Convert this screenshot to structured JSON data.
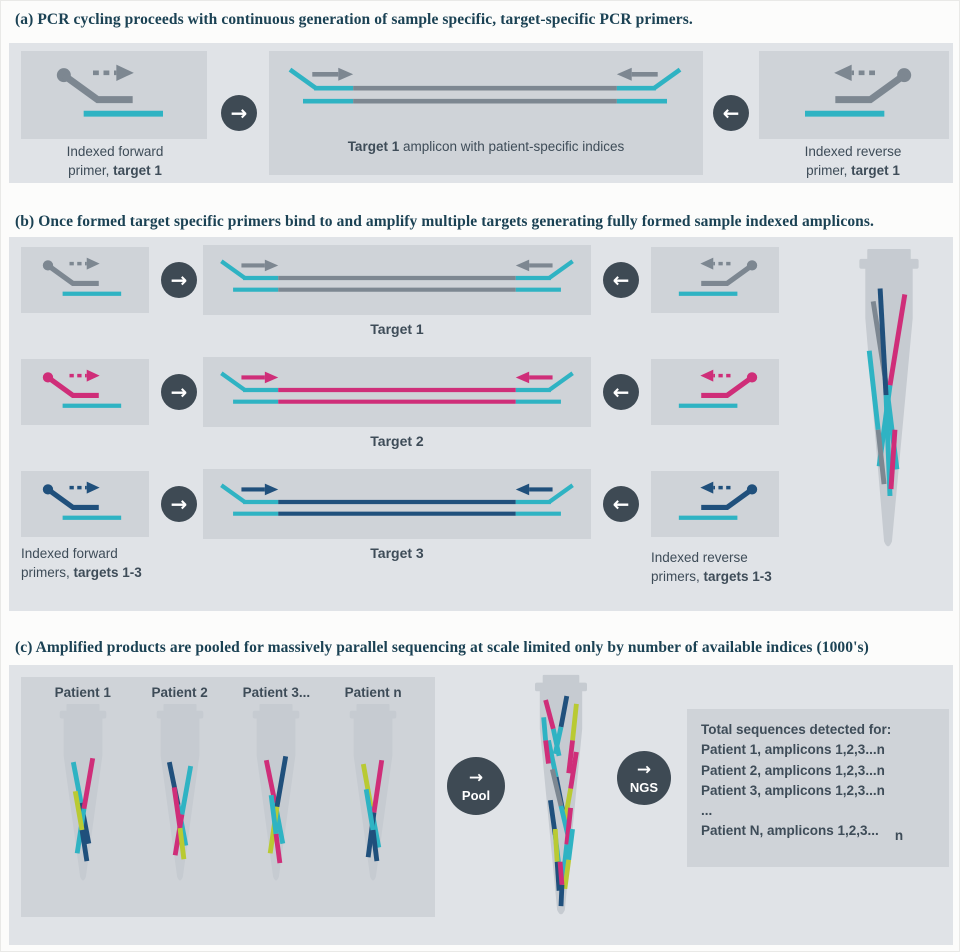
{
  "colors": {
    "cyan": "#2fb3c3",
    "magenta": "#cf2e79",
    "navy": "#20507c",
    "lime": "#b9ca33",
    "gray": "#7d8791",
    "circle": "#3e4a54",
    "band": "#e0e3e7",
    "box": "#cfd3d8",
    "tube": "#c6cbd1",
    "heading": "#1b4254",
    "text": "#3e4c58"
  },
  "icons": {
    "arrow_right": "→",
    "arrow_left": "←"
  },
  "panel_a": {
    "heading": "(a) PCR cycling proceeds with continuous generation of sample specific, target-specific PCR primers.",
    "forward_label": {
      "line1": "Indexed forward",
      "line2_prefix": "primer, ",
      "line2_bold": "target 1"
    },
    "amplicon_label": {
      "bold": "Target 1",
      "rest": " amplicon with patient-specific indices"
    },
    "reverse_label": {
      "line1": "Indexed reverse",
      "line2_prefix": "primer, ",
      "line2_bold": "target 1"
    }
  },
  "panel_b": {
    "heading": "(b) Once formed target specific primers bind to and amplify multiple targets generating fully formed sample indexed amplicons.",
    "rows": [
      {
        "target_label": "Target 1"
      },
      {
        "target_label": "Target 2"
      },
      {
        "target_label": "Target 3"
      }
    ],
    "forward_label": {
      "line1": "Indexed forward",
      "line2_prefix": "primers, ",
      "line2_bold": "targets 1-3"
    },
    "reverse_label": {
      "line1": "Indexed reverse",
      "line2_prefix": "primers, ",
      "line2_bold": "targets 1-3"
    }
  },
  "panel_c": {
    "heading": "(c) Amplified products are pooled for massively parallel sequencing at scale limited only by number of available indices (1000's)",
    "patients": [
      "Patient 1",
      "Patient 2",
      "Patient 3...",
      "Patient n"
    ],
    "pool_label": "Pool",
    "ngs_label": "NGS",
    "results": {
      "title": "Total sequences detected for:",
      "lines": [
        "Patient 1, amplicons 1,2,3...n",
        "Patient 2, amplicons 1,2,3...n",
        "Patient 3, amplicons 1,2,3...n",
        "...",
        "Patient N, amplicons 1,2,3..."
      ],
      "subscript": "n"
    }
  }
}
